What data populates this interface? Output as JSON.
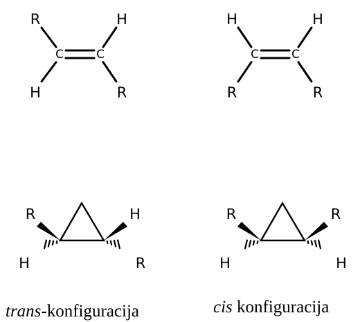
{
  "figure": {
    "trans_ethene": {
      "top_left": "R",
      "top_right": "H",
      "bottom_left": "H",
      "bottom_right": "R",
      "carbon_left": "C",
      "carbon_right": "C"
    },
    "cis_ethene": {
      "top_left": "H",
      "top_right": "H",
      "bottom_left": "R",
      "bottom_right": "R",
      "carbon_left": "C",
      "carbon_right": "C"
    },
    "trans_cyclopropane": {
      "wedge_left": "R",
      "wedge_right": "H",
      "hash_left": "H",
      "hash_right": "R"
    },
    "cis_cyclopropane": {
      "wedge_left": "R",
      "wedge_right": "R",
      "hash_left": "H",
      "hash_right": "H"
    },
    "captions": {
      "trans_prefix": "trans",
      "trans_suffix": "-konfiguracija",
      "cis_prefix": "cis",
      "cis_suffix": " konfiguracija"
    }
  }
}
